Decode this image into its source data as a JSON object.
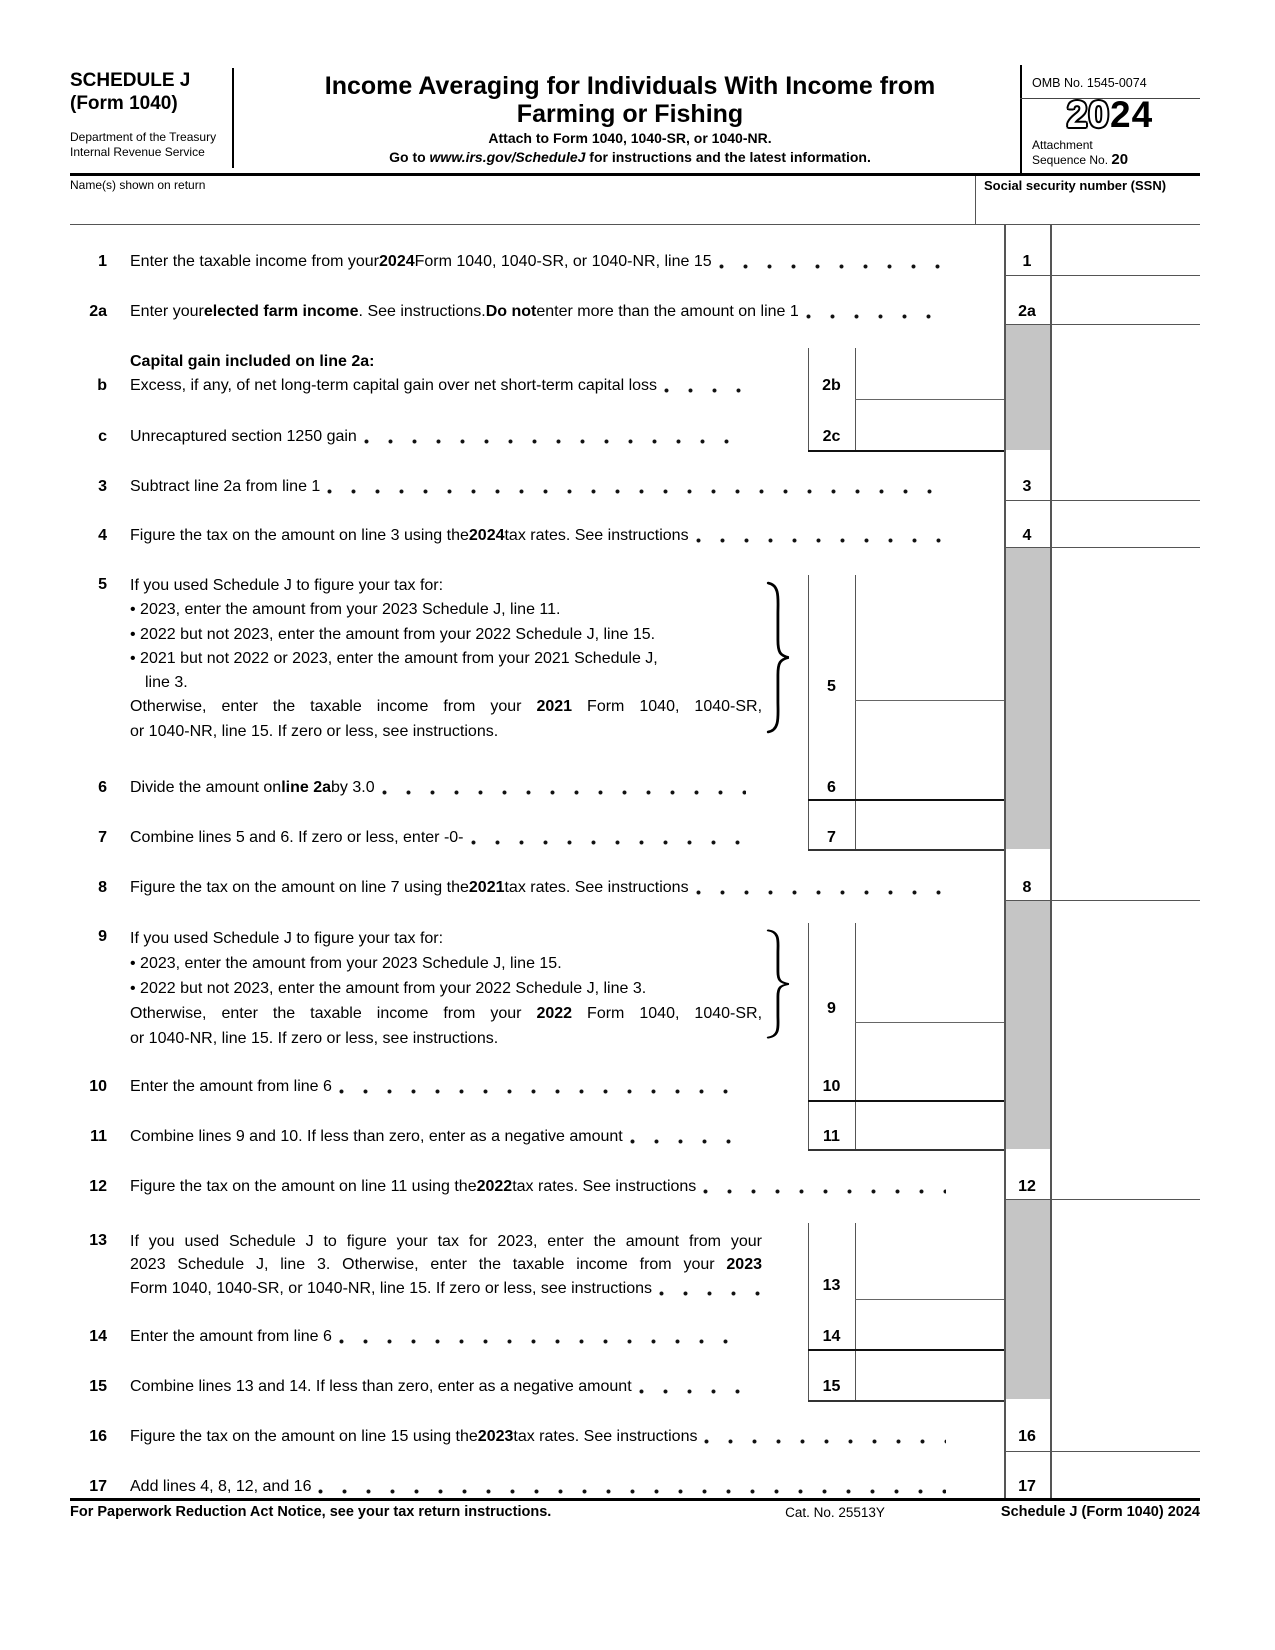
{
  "header": {
    "schedule": "SCHEDULE J",
    "form": "(Form 1040)",
    "dept1": "Department of the Treasury",
    "dept2": "Internal Revenue Service",
    "title1": "Income Averaging for Individuals With Income from",
    "title2": "Farming or Fishing",
    "attach": "Attach to Form 1040, 1040-SR, or 1040-NR.",
    "goto_pre": "Go to ",
    "goto_url": "www.irs.gov/ScheduleJ",
    "goto_post": " for instructions and the latest information.",
    "omb": "OMB No. 1545-0074",
    "year_outline": "20",
    "year_bold": "24",
    "attachment": "Attachment",
    "sequence": "Sequence No. ",
    "sequence_no": "20"
  },
  "name_row": {
    "name_label": "Name(s) shown on return",
    "ssn_label": "Social security number (SSN)"
  },
  "colors": {
    "shade": "#c5c5c5",
    "thin_rule": "#555555",
    "thick_rule": "#000000"
  },
  "rows": [
    {
      "id": "r1",
      "num": "1",
      "label": "1",
      "segs": [
        {
          "t": "Enter the taxable income from your "
        },
        {
          "t": "2024",
          "b": 1
        },
        {
          "t": " Form 1040, 1040-SR, or 1040-NR, line 15"
        }
      ]
    },
    {
      "id": "r2a",
      "num": "2a",
      "label": "2a",
      "segs": [
        {
          "t": "Enter your "
        },
        {
          "t": "elected farm income",
          "b": 1
        },
        {
          "t": ". See instructions. "
        },
        {
          "t": "Do not",
          "b": 1
        },
        {
          "t": " enter more than the amount on line 1"
        }
      ]
    },
    {
      "id": "hcap",
      "heading": 1,
      "segs": [
        {
          "t": "Capital gain included on line 2a:",
          "b": 1
        }
      ]
    },
    {
      "id": "r2b",
      "num": "b",
      "label": "2b",
      "segs": [
        {
          "t": "Excess, if any, of net long-term capital gain over net short-term capital loss"
        }
      ]
    },
    {
      "id": "r2c",
      "num": "c",
      "label": "2c",
      "segs": [
        {
          "t": "Unrecaptured section 1250 gain"
        }
      ]
    },
    {
      "id": "r3",
      "num": "3",
      "label": "3",
      "segs": [
        {
          "t": "Subtract line 2a from line 1"
        }
      ]
    },
    {
      "id": "r4",
      "num": "4",
      "label": "4",
      "segs": [
        {
          "t": "Figure the tax on the amount on line 3 using the "
        },
        {
          "t": "2024",
          "b": 1
        },
        {
          "t": " tax rates. See instructions"
        }
      ]
    },
    {
      "id": "r5",
      "num": "5",
      "label": "5",
      "lines": [
        {
          "segs": [
            {
              "t": "If you used Schedule J to figure your tax for:"
            }
          ]
        },
        {
          "bullet": 1,
          "segs": [
            {
              "t": "• "
            },
            {
              "t": "2023, enter the amount from your 2023 Schedule J, line 11."
            }
          ]
        },
        {
          "bullet": 1,
          "segs": [
            {
              "t": "• "
            },
            {
              "t": "2022 but not 2023, enter the amount from your 2022 Schedule J, line 15."
            }
          ]
        },
        {
          "bullet": 1,
          "segs": [
            {
              "t": "• "
            },
            {
              "t": "2021 but not 2022 or 2023, enter the amount from your 2021 Schedule J,"
            }
          ]
        },
        {
          "cont": 1,
          "segs": [
            {
              "t": "line 3."
            }
          ]
        },
        {
          "justify": 1,
          "segs": [
            {
              "t": "Otherwise, enter the taxable income from your "
            },
            {
              "t": "2021",
              "b": 1
            },
            {
              "t": " Form 1040, 1040-SR,"
            }
          ]
        },
        {
          "segs": [
            {
              "t": "or 1040-NR, line 15. If zero or less, see instructions."
            }
          ]
        }
      ]
    },
    {
      "id": "r6",
      "num": "6",
      "label": "6",
      "segs": [
        {
          "t": "Divide the amount on "
        },
        {
          "t": "line 2a",
          "b": 1
        },
        {
          "t": " by 3.0"
        }
      ]
    },
    {
      "id": "r7",
      "num": "7",
      "label": "7",
      "segs": [
        {
          "t": "Combine lines 5 and 6. If zero or less, enter -0-"
        }
      ]
    },
    {
      "id": "r8",
      "num": "8",
      "label": "8",
      "segs": [
        {
          "t": "Figure the tax on the amount on line 7 using the "
        },
        {
          "t": "2021",
          "b": 1
        },
        {
          "t": " tax rates. See instructions"
        }
      ]
    },
    {
      "id": "r9",
      "num": "9",
      "label": "9",
      "lines": [
        {
          "segs": [
            {
              "t": "If you used Schedule J to figure your tax for:"
            }
          ]
        },
        {
          "bullet": 1,
          "segs": [
            {
              "t": "• "
            },
            {
              "t": "2023, enter the amount from your 2023 Schedule J, line 15."
            }
          ]
        },
        {
          "bullet": 1,
          "segs": [
            {
              "t": "• "
            },
            {
              "t": "2022 but not 2023, enter the amount from your 2022 Schedule J, line 3."
            }
          ]
        },
        {
          "justify": 1,
          "segs": [
            {
              "t": "Otherwise, enter the taxable income from your "
            },
            {
              "t": "2022",
              "b": 1
            },
            {
              "t": " Form 1040, 1040-SR,"
            }
          ]
        },
        {
          "segs": [
            {
              "t": "or 1040-NR, line 15. If zero or less, see instructions."
            }
          ]
        }
      ]
    },
    {
      "id": "r10",
      "num": "10",
      "label": "10",
      "segs": [
        {
          "t": "Enter the amount from line 6"
        }
      ]
    },
    {
      "id": "r11",
      "num": "11",
      "label": "11",
      "segs": [
        {
          "t": "Combine lines 9 and 10. If less than zero, enter as a negative amount"
        }
      ]
    },
    {
      "id": "r12",
      "num": "12",
      "label": "12",
      "segs": [
        {
          "t": "Figure the tax on the amount on line 11 using the "
        },
        {
          "t": "2022",
          "b": 1
        },
        {
          "t": " tax rates. See instructions"
        }
      ]
    },
    {
      "id": "r13",
      "num": "13",
      "label": "13",
      "lines": [
        {
          "justify": 1,
          "segs": [
            {
              "t": "If you used Schedule J to figure your tax for 2023, enter the amount from your"
            }
          ]
        },
        {
          "justify": 1,
          "segs": [
            {
              "t": "2023 Schedule J, line 3. Otherwise, enter the taxable income from your "
            },
            {
              "t": "2023",
              "b": 1
            }
          ]
        },
        {
          "dots": 1,
          "segs": [
            {
              "t": "Form 1040, 1040-SR, or 1040-NR, line 15. If zero or less, see instructions"
            }
          ]
        }
      ]
    },
    {
      "id": "r14",
      "num": "14",
      "label": "14",
      "segs": [
        {
          "t": "Enter the amount from line 6"
        }
      ]
    },
    {
      "id": "r15",
      "num": "15",
      "label": "15",
      "segs": [
        {
          "t": "Combine lines 13 and 14. If less than zero, enter as a negative amount"
        }
      ]
    },
    {
      "id": "r16",
      "num": "16",
      "label": "16",
      "segs": [
        {
          "t": "Figure the tax on the amount on line 15 using the "
        },
        {
          "t": "2023",
          "b": 1
        },
        {
          "t": " tax rates. See instructions"
        }
      ]
    },
    {
      "id": "r17",
      "num": "17",
      "label": "17",
      "segs": [
        {
          "t": "Add lines 4, 8, 12, and 16"
        }
      ]
    }
  ],
  "footer": {
    "left": "For Paperwork Reduction Act Notice, see your tax return instructions.",
    "center": "Cat. No. 25513Y",
    "right": "Schedule J (Form 1040) 2024"
  }
}
